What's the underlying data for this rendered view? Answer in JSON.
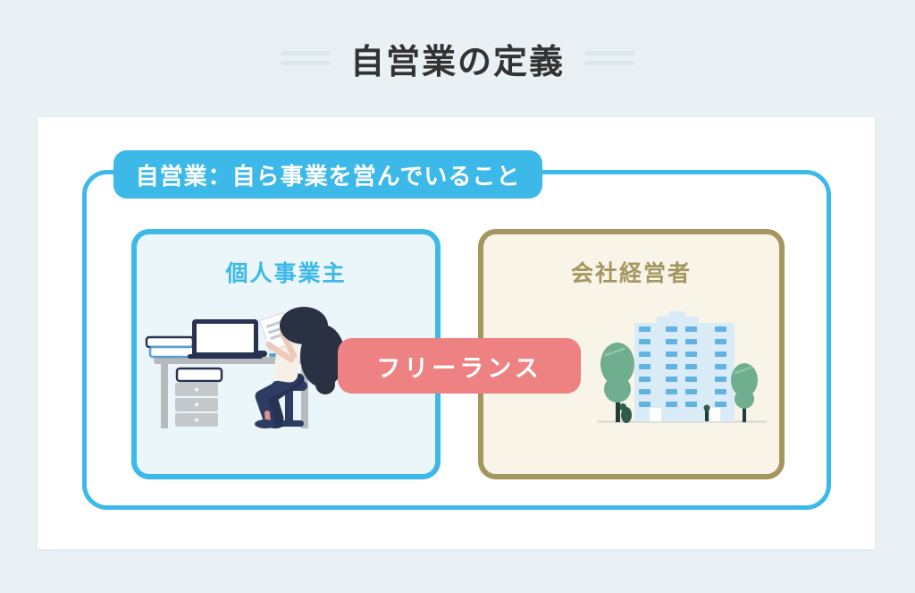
{
  "page": {
    "title": "自営業の定義"
  },
  "definition": {
    "label": "自営業：自ら事業を営んでいること"
  },
  "comparison": {
    "left": {
      "title": "個人事業主",
      "illustration": "woman-working-at-desk"
    },
    "right": {
      "title": "会社経営者",
      "illustration": "office-building-with-trees"
    },
    "bridge": {
      "label": "フリーランス"
    }
  },
  "colors": {
    "page_bg": "#e9f1f5",
    "card_bg": "#ffffff",
    "accent_blue": "#3cb9e9",
    "left_box_bg": "#ebf6fb",
    "accent_olive": "#a59660",
    "right_box_bg": "#f8f5e8",
    "bridge_badge_bg": "#ee8181",
    "title_text": "#333333",
    "decor_line": "#dce8ee"
  }
}
